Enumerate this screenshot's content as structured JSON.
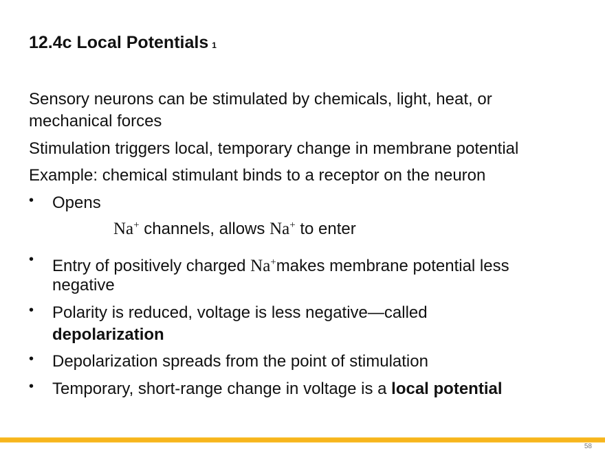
{
  "slide": {
    "title": "12.4c Local Potentials",
    "title_suffix": "1",
    "paragraphs": [
      "Sensory neurons can be stimulated by chemicals, light, heat, or",
      "mechanical forces",
      "Stimulation triggers local, temporary change in membrane potential",
      "Example: chemical stimulant binds to a receptor on the neuron"
    ],
    "bullets": [
      {
        "line1": "Opens",
        "na1": "Na",
        "plus": "+",
        "mid": " channels, allows ",
        "na2": "Na",
        "end": " to enter"
      },
      {
        "pre": "Entry of positively charged ",
        "na": "Na",
        "plus": "+",
        "post": "makes membrane potential less",
        "line2": "negative"
      },
      {
        "line1": "Polarity is reduced, voltage is less negative—called",
        "bold": "depolarization"
      },
      {
        "text": "Depolarization spreads from the point of stimulation"
      },
      {
        "pre": "Temporary, short-range change in voltage is a ",
        "bold": "local potential"
      }
    ],
    "bullet_char": "•",
    "page_number": "58",
    "accent_color": "#f7b51c"
  }
}
